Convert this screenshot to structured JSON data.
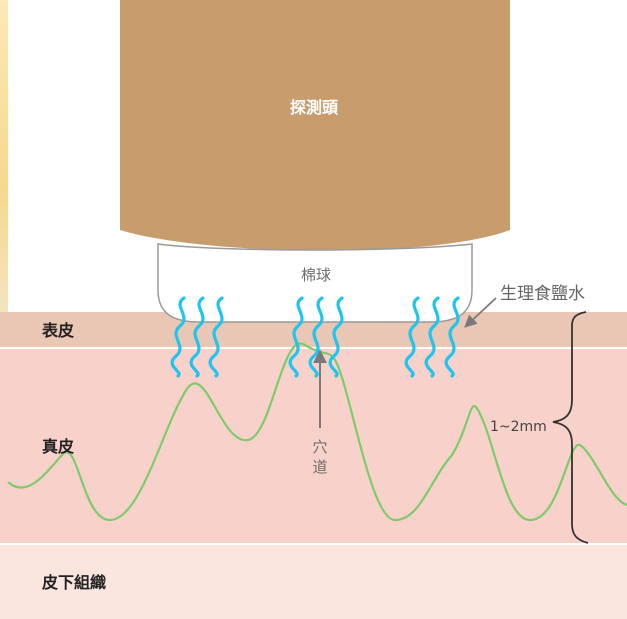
{
  "probe": {
    "label": "探測頭",
    "color": "#c89c6d"
  },
  "cotton": {
    "label": "棉球"
  },
  "saline": {
    "label": "生理食鹽水",
    "wave_color": "#1ec5ef"
  },
  "layers": {
    "epidermis": {
      "label": "表皮",
      "color": "#e9c7b4"
    },
    "dermis": {
      "label": "真皮",
      "color": "#f9d1cb"
    },
    "subcutis": {
      "label": "皮下組織",
      "color": "#fbe6df"
    }
  },
  "acupoint": {
    "label_line1": "穴",
    "label_line2": "道"
  },
  "depth": {
    "label": "1~2mm"
  },
  "meridian": {
    "color": "#7ecb6a"
  }
}
